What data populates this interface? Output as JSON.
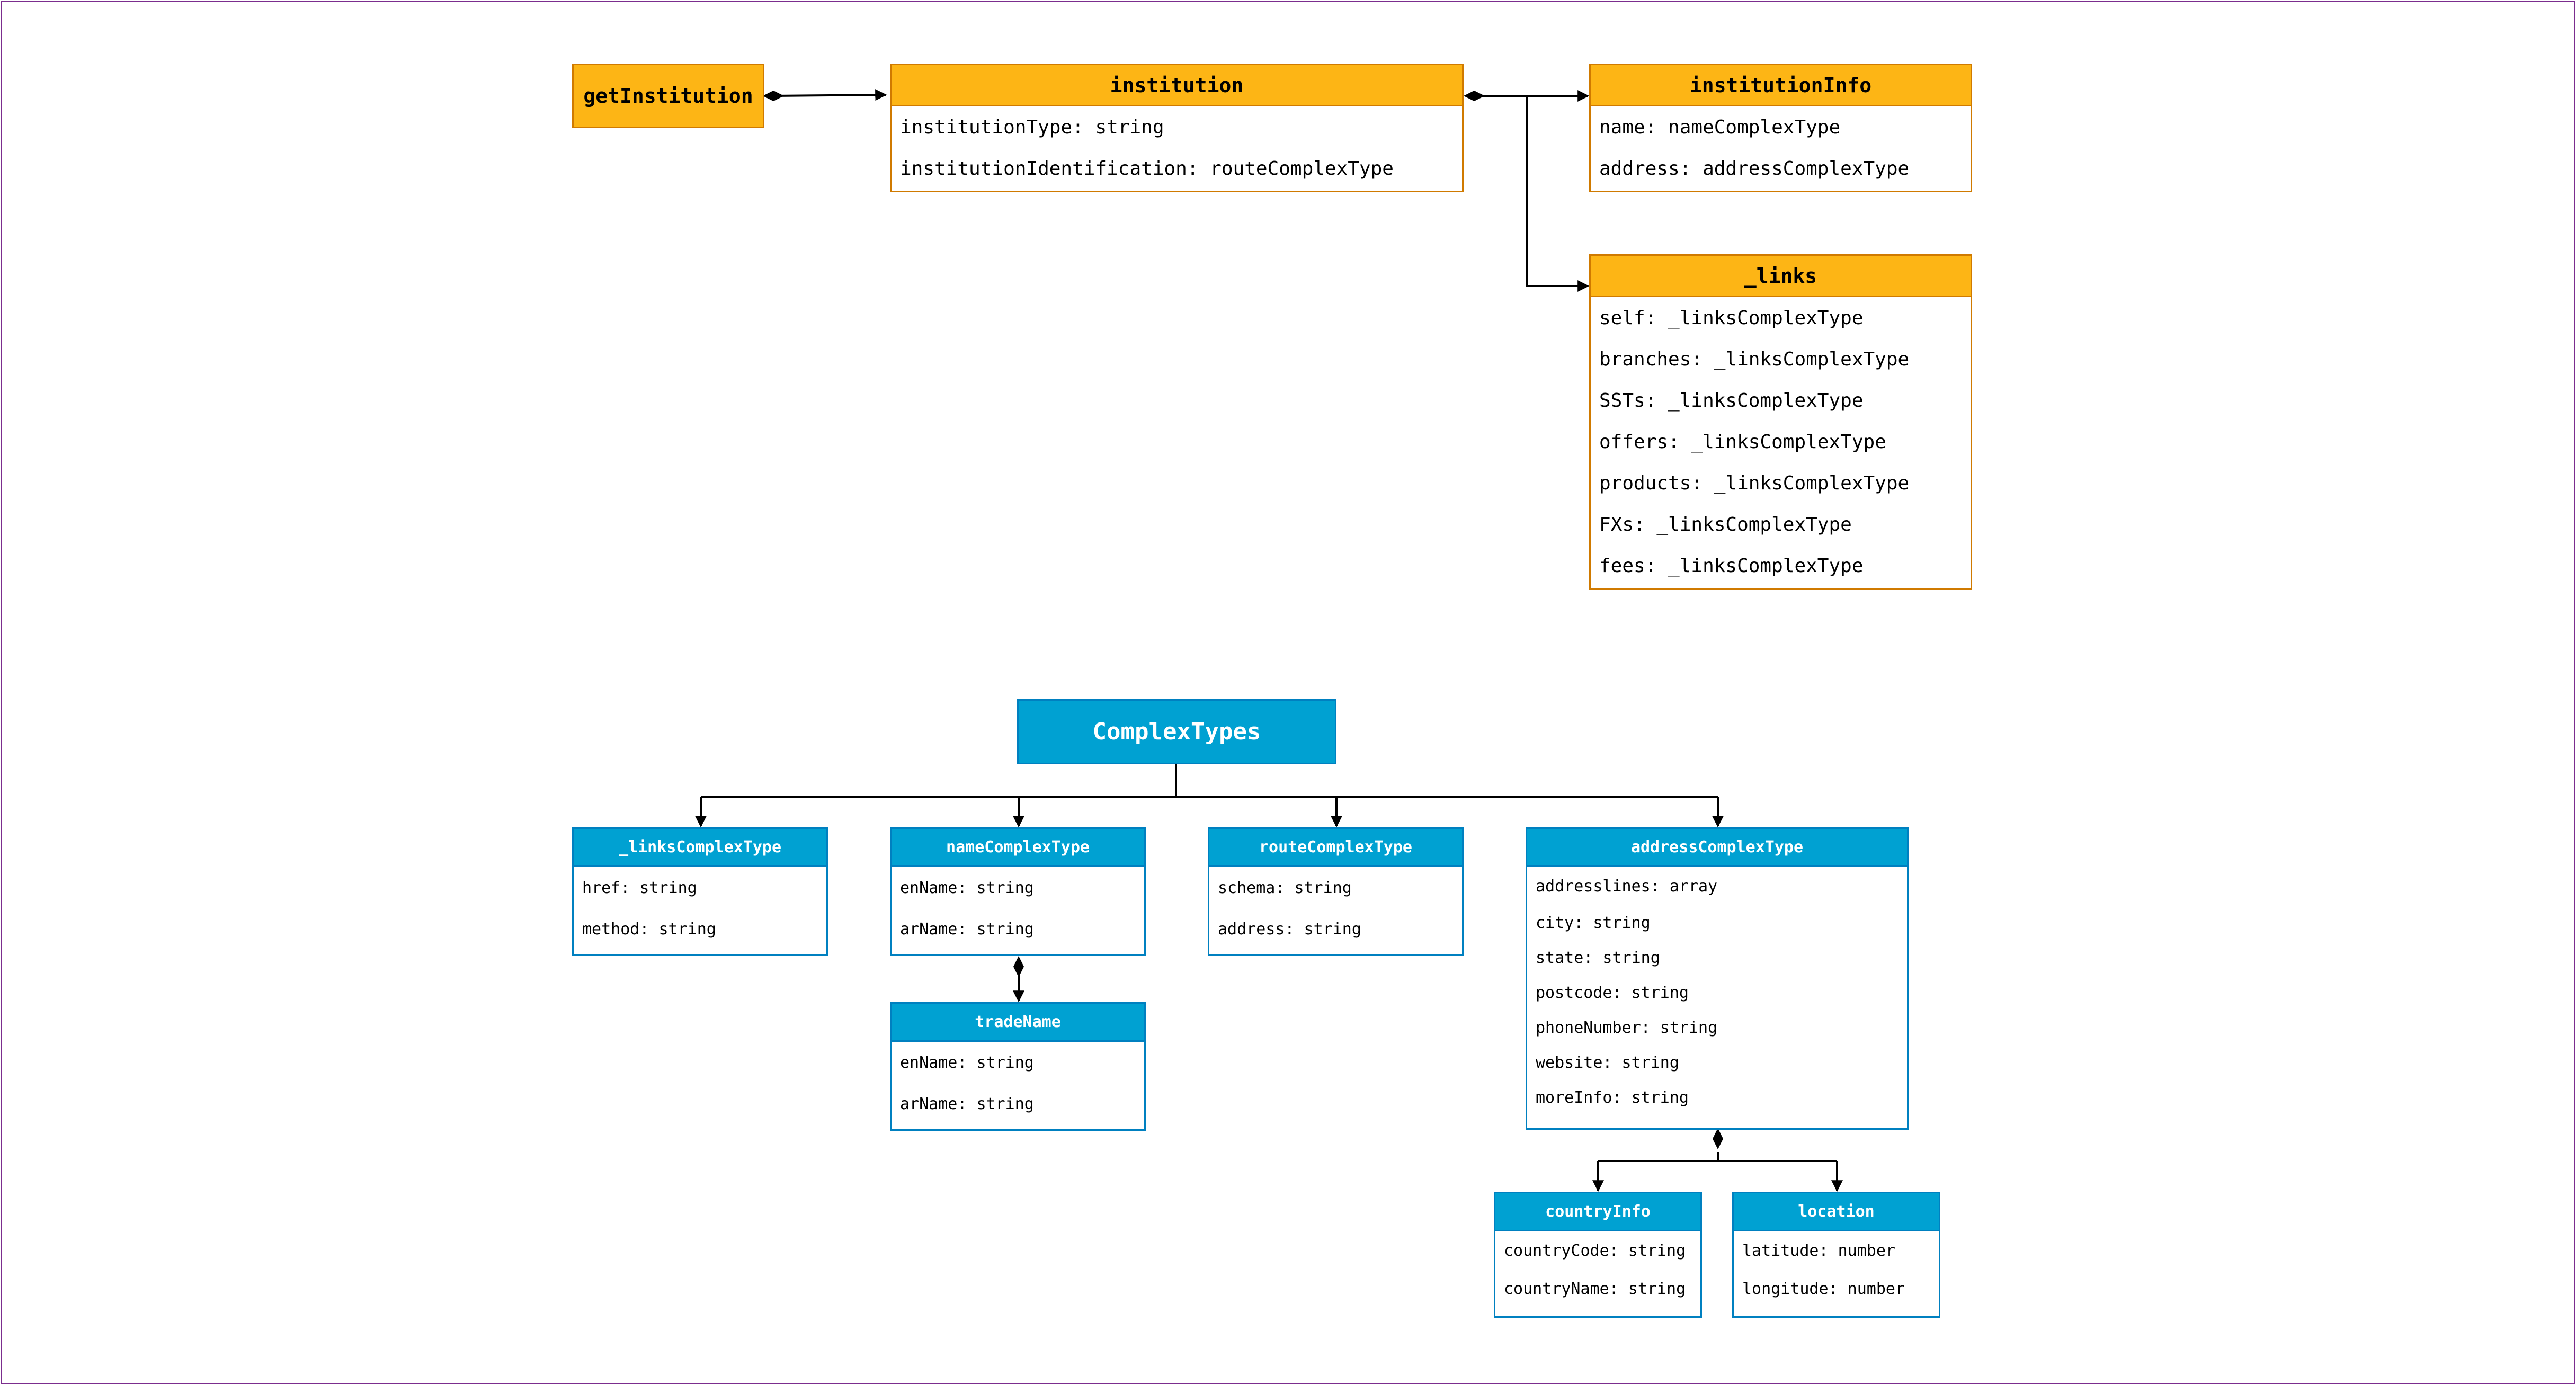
{
  "request": {
    "label": "getInstitution"
  },
  "institution": {
    "title": "institution",
    "fields": [
      "institutionType: string",
      "institutionIdentification: routeComplexType"
    ]
  },
  "institutionInfo": {
    "title": "institutionInfo",
    "fields": [
      "name: nameComplexType",
      "address: addressComplexType"
    ]
  },
  "links": {
    "title": "_links",
    "fields": [
      "self: _linksComplexType",
      "branches: _linksComplexType",
      "SSTs: _linksComplexType",
      "offers: _linksComplexType",
      "products: _linksComplexType",
      "FXs: _linksComplexType",
      "fees: _linksComplexType"
    ]
  },
  "complexTypes": {
    "title": "ComplexTypes",
    "linksComplexType": {
      "title": "_linksComplexType",
      "fields": [
        "href: string",
        "method: string"
      ]
    },
    "nameComplexType": {
      "title": "nameComplexType",
      "fields": [
        "enName: string",
        "arName: string"
      ]
    },
    "tradeName": {
      "title": "tradeName",
      "fields": [
        "enName: string",
        "arName: string"
      ]
    },
    "routeComplexType": {
      "title": "routeComplexType",
      "fields": [
        "schema: string",
        "address: string"
      ]
    },
    "addressComplexType": {
      "title": "addressComplexType",
      "fields": [
        "addresslines: array",
        "city: string",
        "state: string",
        "postcode: string",
        "phoneNumber: string",
        "website: string",
        "moreInfo: string"
      ]
    },
    "countryInfo": {
      "title": "countryInfo",
      "fields": [
        "countryCode: string",
        "countryName: string"
      ]
    },
    "location": {
      "title": "location",
      "fields": [
        "latitude: number",
        "longitude: number"
      ]
    }
  },
  "colors": {
    "orange_fill": "#fdb515",
    "orange_border": "#d07a00",
    "blue_fill": "#00a1d2",
    "blue_border": "#0080c0",
    "frame": "#7b2d8e"
  }
}
